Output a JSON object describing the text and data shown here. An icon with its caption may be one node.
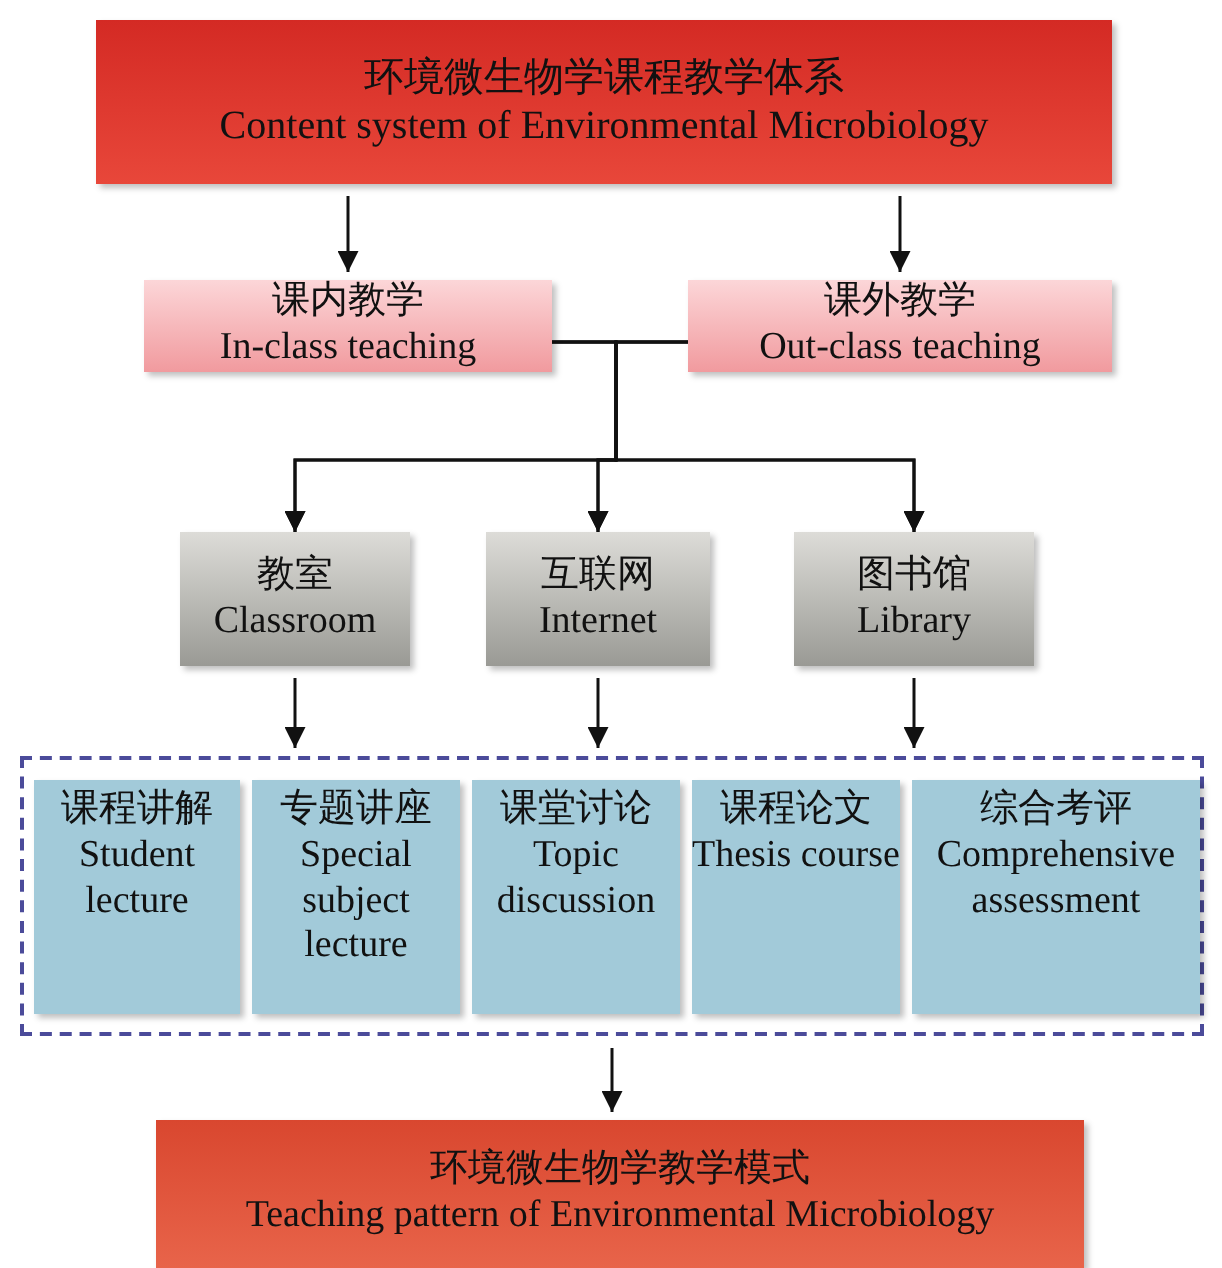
{
  "diagram": {
    "nodes": [
      {
        "text": [
          "环境微生物学课程教学体系",
          "Content system of Environmental Microbiology"
        ]
      },
      {
        "text": [
          "课内教学",
          "In-class teaching"
        ]
      },
      {
        "text": [
          "课外教学",
          "Out-class teaching"
        ]
      },
      {
        "text": [
          "教室",
          "Classroom"
        ]
      },
      {
        "text": [
          "互联网",
          "Internet"
        ]
      },
      {
        "text": [
          "图书馆",
          "Library"
        ]
      },
      {
        "text": [],
        "shape": "box"
      },
      {
        "text": [
          "课程讲解",
          "Student lecture"
        ],
        "in": 6
      },
      {
        "text": [
          "专题讲座",
          "Special subject lecture"
        ],
        "in": 6
      },
      {
        "text": [
          "课堂讨论",
          "Topic discussion"
        ],
        "in": 6
      },
      {
        "text": [
          "课程论文",
          "Thesis course"
        ],
        "in": 6
      },
      {
        "text": [
          "综合考评",
          "Comprehensive assessment"
        ],
        "in": 6
      },
      {
        "text": [
          "环境微生物学教学模式",
          "Teaching pattern of Environmental Microbiology"
        ]
      }
    ],
    "edges": [
      {
        "from": 0,
        "to": 1,
        "arrow": "to"
      },
      {
        "from": 0,
        "to": 2,
        "arrow": "to"
      },
      {
        "from": 1,
        "to": 3,
        "arrow": "to"
      },
      {
        "from": 1,
        "to": 4,
        "arrow": "to"
      },
      {
        "from": 1,
        "to": 5,
        "arrow": "to"
      },
      {
        "from": 2,
        "to": 3,
        "arrow": "to"
      },
      {
        "from": 2,
        "to": 4,
        "arrow": "to"
      },
      {
        "from": 2,
        "to": 5,
        "arrow": "to"
      },
      {
        "from": 3,
        "to": 6,
        "arrow": "to"
      },
      {
        "from": 4,
        "to": 6,
        "arrow": "to"
      },
      {
        "from": 5,
        "to": 6,
        "arrow": "to"
      },
      {
        "from": 6,
        "to": 12,
        "arrow": "to"
      }
    ]
  }
}
